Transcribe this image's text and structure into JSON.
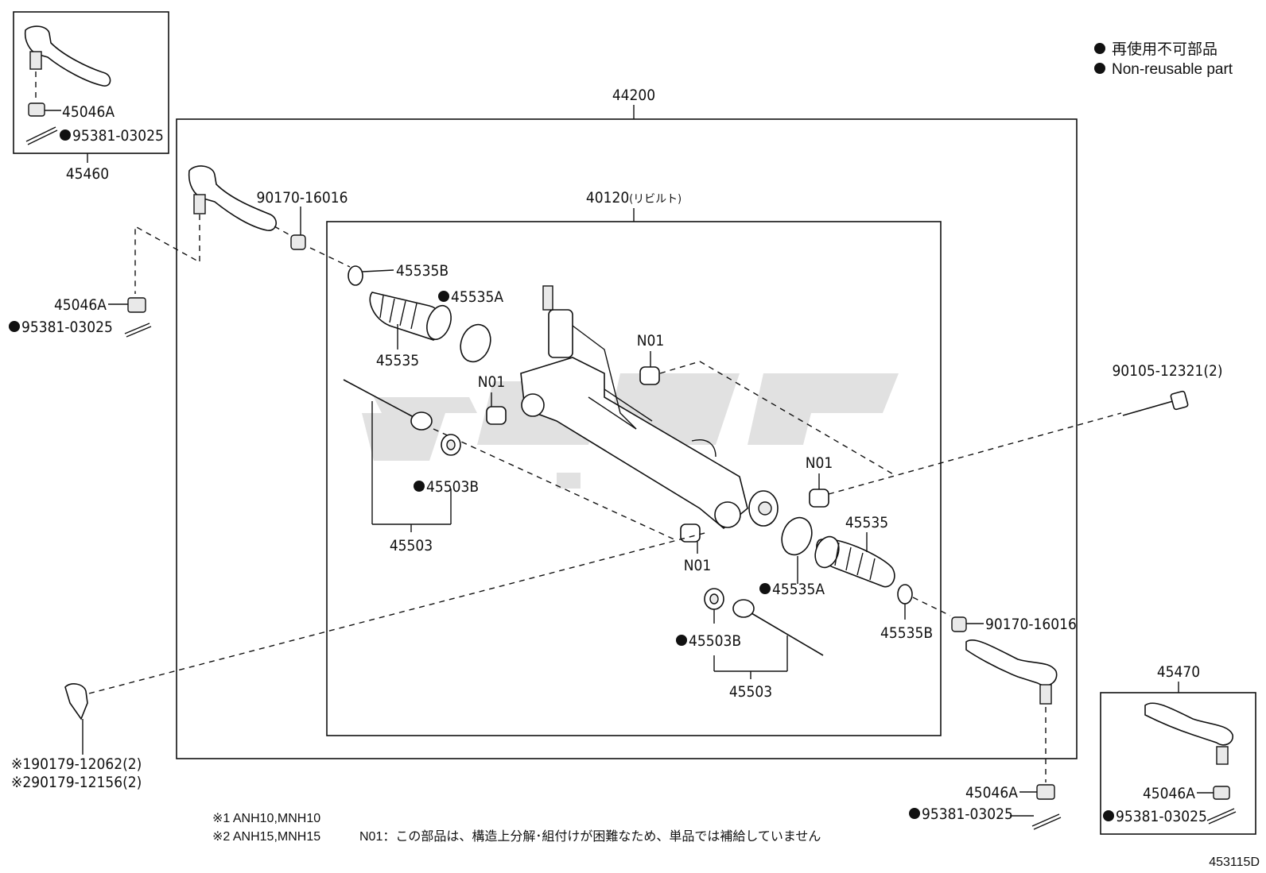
{
  "legend": {
    "jp": "再使用不可部品",
    "en": "Non-reusable part"
  },
  "assembly": {
    "outer": "44200",
    "inner": "40120",
    "inner_suffix": "(リビルト)"
  },
  "labels": {
    "p45460": "45460",
    "p45470": "45470",
    "nut": "45046A",
    "pin": "95381-03025",
    "nut_side": "90170-16016",
    "clamp_b": "45535B",
    "clamp_a": "45535A",
    "boot": "45535",
    "washer": "45503B",
    "tierod": "45503",
    "n01": "N01",
    "bolt": "90105-12321(2)",
    "bracket1": "※190179-12062(2)",
    "bracket2": "※290179-12156(2)"
  },
  "notes": {
    "m1": "※1 ANH10,MNH10",
    "m2": "※2 ANH15,MNH15",
    "n01": "N01：この部品は、構造上分解･組付けが困難なため、単品では補給していません"
  },
  "figure_id": "453115D"
}
